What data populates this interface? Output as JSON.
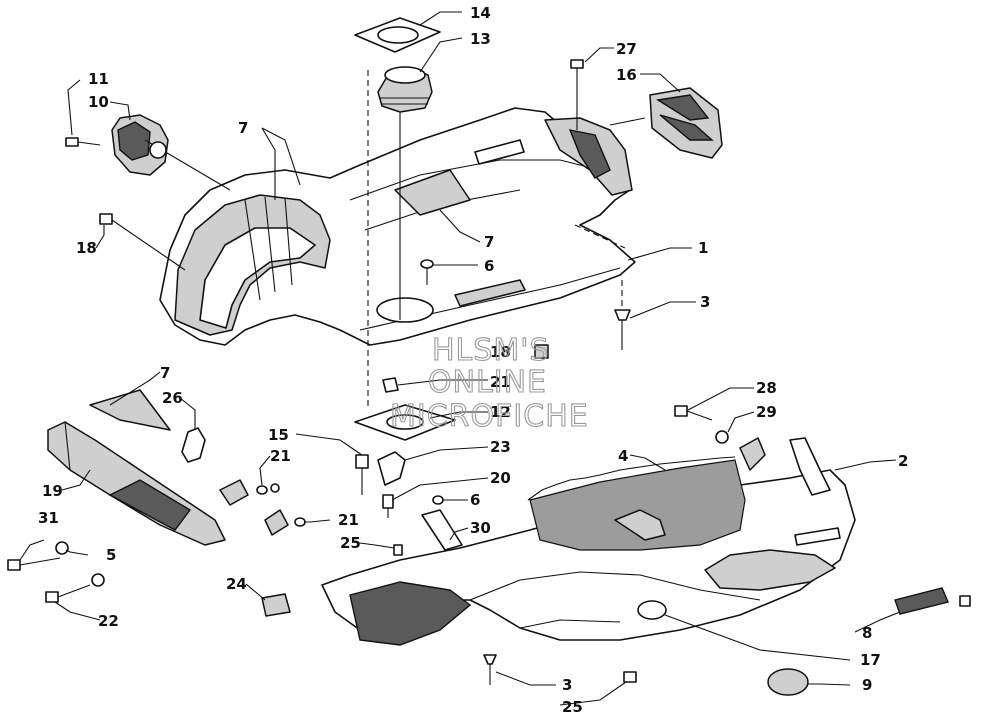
{
  "watermark": {
    "lines": [
      "HLSM'S",
      "ONLINE",
      "MICROFICHE"
    ]
  },
  "callouts": [
    {
      "id": "c-14",
      "label": "14"
    },
    {
      "id": "c-13",
      "label": "13"
    },
    {
      "id": "c-27",
      "label": "27"
    },
    {
      "id": "c-16",
      "label": "16"
    },
    {
      "id": "c-11",
      "label": "11"
    },
    {
      "id": "c-10",
      "label": "10"
    },
    {
      "id": "c-7a",
      "label": "7"
    },
    {
      "id": "c-18a",
      "label": "18"
    },
    {
      "id": "c-7b",
      "label": "7"
    },
    {
      "id": "c-6a",
      "label": "6"
    },
    {
      "id": "c-1",
      "label": "1"
    },
    {
      "id": "c-3a",
      "label": "3"
    },
    {
      "id": "c-18b",
      "label": "18"
    },
    {
      "id": "c-21a",
      "label": "21"
    },
    {
      "id": "c-12",
      "label": "12"
    },
    {
      "id": "c-7c",
      "label": "7"
    },
    {
      "id": "c-26",
      "label": "26"
    },
    {
      "id": "c-28",
      "label": "28"
    },
    {
      "id": "c-29",
      "label": "29"
    },
    {
      "id": "c-15",
      "label": "15"
    },
    {
      "id": "c-23",
      "label": "23"
    },
    {
      "id": "c-21b",
      "label": "21"
    },
    {
      "id": "c-4",
      "label": "4"
    },
    {
      "id": "c-2",
      "label": "2"
    },
    {
      "id": "c-20",
      "label": "20"
    },
    {
      "id": "c-19",
      "label": "19"
    },
    {
      "id": "c-6b",
      "label": "6"
    },
    {
      "id": "c-31",
      "label": "31"
    },
    {
      "id": "c-21c",
      "label": "21"
    },
    {
      "id": "c-30",
      "label": "30"
    },
    {
      "id": "c-5",
      "label": "5"
    },
    {
      "id": "c-25a",
      "label": "25"
    },
    {
      "id": "c-24",
      "label": "24"
    },
    {
      "id": "c-22",
      "label": "22"
    },
    {
      "id": "c-8",
      "label": "8"
    },
    {
      "id": "c-17",
      "label": "17"
    },
    {
      "id": "c-9",
      "label": "9"
    },
    {
      "id": "c-3b",
      "label": "3"
    },
    {
      "id": "c-25b",
      "label": "25"
    }
  ]
}
